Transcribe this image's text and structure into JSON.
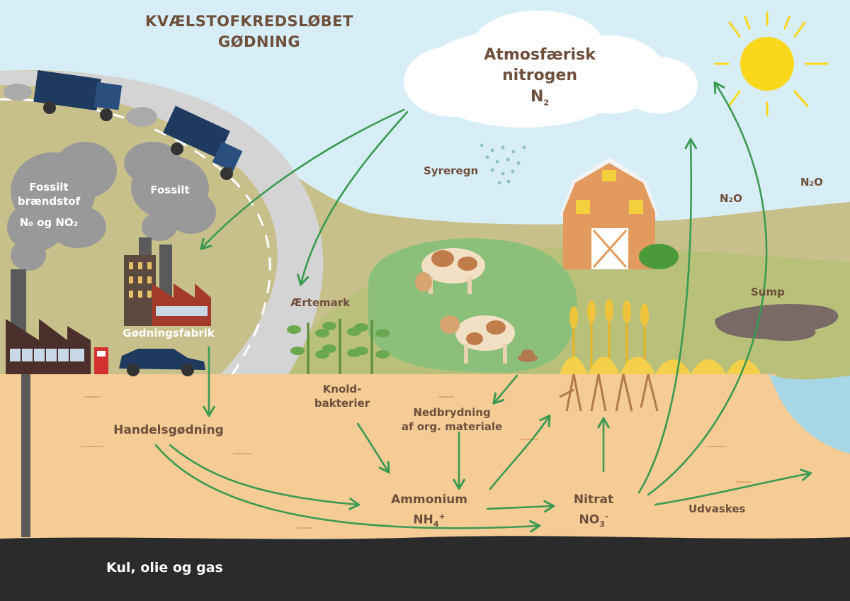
{
  "title": {
    "line1": "KVÆLSTOFKREDSLØBET",
    "line2": "GØDNING"
  },
  "atmosphere": {
    "line1": "Atmosfærisk",
    "line2": "nitrogen",
    "formula": "N",
    "formula_sub": "2"
  },
  "labels": {
    "syreregn": "Syreregn",
    "fossilt_braendstof_1": "Fossilt",
    "fossilt_braendstof_2": "brændstof",
    "fossilt_braendstof_3": "N₀ og NO₂",
    "fossilt": "Fossilt",
    "godningsfabrik": "Gødningsfabrik",
    "handelsgodning": "Handelsgødning",
    "aertemark": "Ærtemark",
    "knold_1": "Knold-",
    "knold_2": "bakterier",
    "nedbrydning_1": "Nedbrydning",
    "nedbrydning_2": "af org. materiale",
    "ammonium_1": "Ammonium",
    "ammonium_2": "NH",
    "ammonium_sub": "4",
    "ammonium_sup": "+",
    "nitrat_1": "Nitrat",
    "nitrat_2": "NO",
    "nitrat_sub": "3",
    "nitrat_sup": "-",
    "udvaskes": "Udvaskes",
    "n2o_1": "N₂O",
    "n2o_2": "N₂O",
    "sump": "Sump",
    "bedrock": "Kul, olie og gas"
  },
  "colors": {
    "sky": "#d8eef6",
    "hill": "#c8c08a",
    "soil": "#f5cc95",
    "bedrock": "#2b2b2b",
    "arrow": "#3a9a52",
    "text": "#6e4f3c",
    "water": "#a7d6e6"
  },
  "icons": [
    "sun-icon",
    "cloud-icon",
    "rain-icon",
    "truck-icon",
    "factory-icon",
    "car-icon",
    "fuel-pump-icon",
    "barn-icon",
    "cow-icon",
    "pea-plant-icon",
    "wheat-icon",
    "swamp-icon",
    "dung-icon"
  ]
}
